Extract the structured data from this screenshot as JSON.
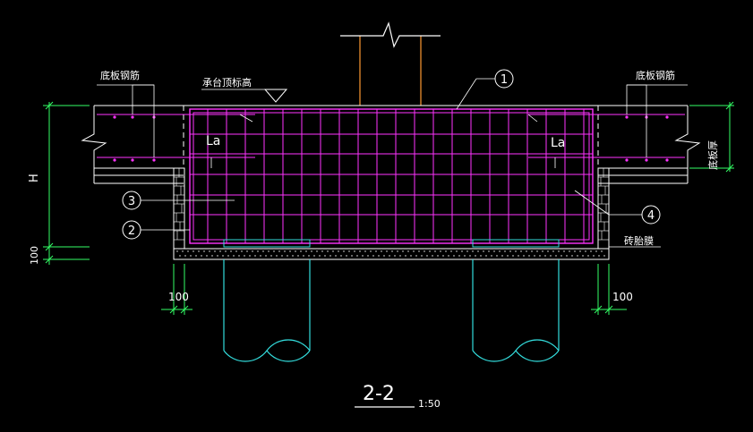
{
  "colors": {
    "background": "#000000",
    "rebar": "#ff33ff",
    "outline": "#ffffff",
    "dimension": "#33ff66",
    "column": "#ff9933",
    "pile": "#33dddd",
    "leader": "#ffffff"
  },
  "labels": {
    "slab_rebar_left": "底板钢筋",
    "slab_rebar_right": "底板钢筋",
    "cap_top_elevation": "承台顶标高",
    "slab_thickness": "底板厚",
    "brick_formwork": "砖胎膜",
    "anchor_left": "La",
    "anchor_right": "La"
  },
  "dimensions": {
    "height": "H",
    "cushion": "100",
    "left_offset": "100",
    "right_offset": "100"
  },
  "callouts": {
    "c1": "1",
    "c2": "2",
    "c3": "3",
    "c4": "4"
  },
  "section": {
    "title": "2-2",
    "scale": "1:50"
  }
}
